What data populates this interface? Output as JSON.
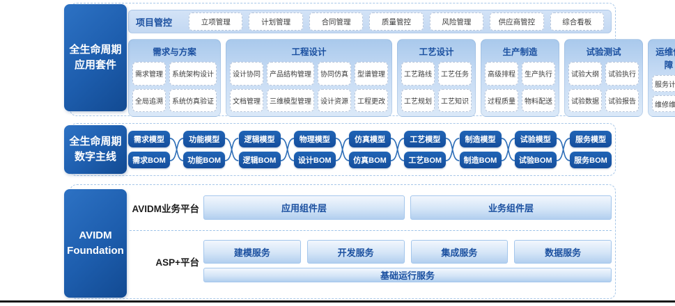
{
  "colors": {
    "primary_blue": "#16509e",
    "primary_blue_light": "#2d72c4",
    "navy_text": "#1b50a0",
    "panel_border": "#a6c6e8",
    "connector": "#2f6fb8",
    "bottom_rule": "#161616"
  },
  "app_suite": {
    "side_label_line1": "全生命周期",
    "side_label_line2": "应用套件",
    "project_control": {
      "label": "项目管控",
      "buttons": [
        "立项管理",
        "计划管理",
        "合同管理",
        "质量管控",
        "风险管理",
        "供应商管控",
        "综合看板"
      ]
    },
    "columns": [
      {
        "title": "需求与方案",
        "rows": [
          [
            "需求管理",
            "系统架构设计"
          ],
          [
            "全局追溯",
            "系统仿真验证"
          ]
        ]
      },
      {
        "title": "工程设计",
        "rows": [
          [
            "设计协同",
            "产品结构管理",
            "协同仿真",
            "型谱管理"
          ],
          [
            "文档管理",
            "三维模型管理",
            "设计资源",
            "工程更改"
          ]
        ]
      },
      {
        "title": "工艺设计",
        "rows": [
          [
            "工艺路线",
            "工艺任务"
          ],
          [
            "工艺规划",
            "工艺知识"
          ]
        ]
      },
      {
        "title": "生产制造",
        "rows": [
          [
            "高级排程",
            "生产执行"
          ],
          [
            "过程质量",
            "物料配送"
          ]
        ]
      },
      {
        "title": "试验测试",
        "rows": [
          [
            "试验大纲",
            "试验执行"
          ],
          [
            "试验数据",
            "试验报告"
          ]
        ]
      },
      {
        "title": "运维保障",
        "rows": [
          [
            "服务计划"
          ],
          [
            "维修维护"
          ]
        ]
      }
    ]
  },
  "digital_thread": {
    "side_label_line1": "全生命周期",
    "side_label_line2": "数字主线",
    "stages": [
      {
        "model": "需求模型",
        "bom": "需求BOM"
      },
      {
        "model": "功能模型",
        "bom": "功能BOM"
      },
      {
        "model": "逻辑模型",
        "bom": "逻辑BOM"
      },
      {
        "model": "物理模型",
        "bom": "设计BOM"
      },
      {
        "model": "仿真模型",
        "bom": "仿真BOM"
      },
      {
        "model": "工艺模型",
        "bom": "工艺BOM"
      },
      {
        "model": "制造模型",
        "bom": "制造BOM"
      },
      {
        "model": "试验模型",
        "bom": "试验BOM"
      },
      {
        "model": "服务模型",
        "bom": "服务BOM"
      }
    ]
  },
  "foundation": {
    "side_label_line1": "AVIDM",
    "side_label_line2": "Foundation",
    "business_platform_label": "AVIDM业务平台",
    "business_bars": [
      "应用组件层",
      "业务组件层"
    ],
    "asp_label": "ASP+平台",
    "service_bars": [
      "建模服务",
      "开发服务",
      "集成服务",
      "数据服务"
    ],
    "base_bar": "基础运行服务"
  }
}
